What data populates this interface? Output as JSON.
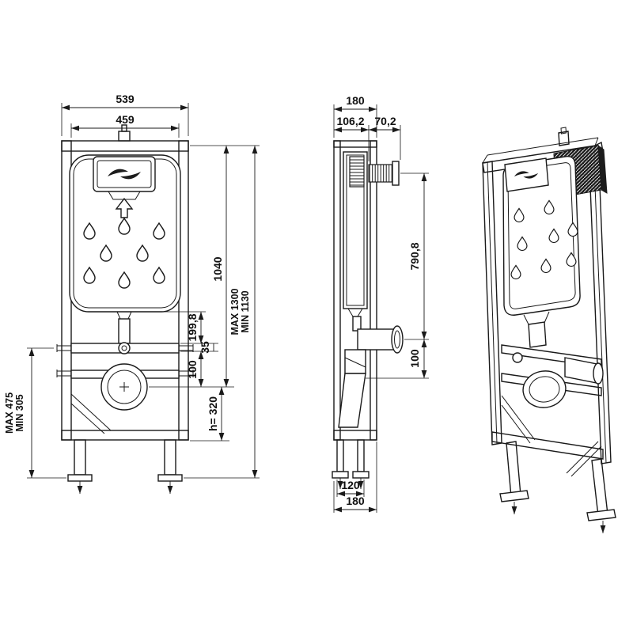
{
  "drawing": {
    "title": "Concealed WC cistern mounting frame - dimensioned technical drawing",
    "front": {
      "width_outer": "539",
      "width_inner": "459",
      "frame_height": "1040",
      "overall_max": "MAX 1300",
      "overall_min": "MIN 1130",
      "flush_pipe_len": "199,8",
      "bar_thickness": "35",
      "bar_to_outlet": "100",
      "outlet_height": "h= 320",
      "left_max": "MAX 475",
      "left_min": "MIN 305"
    },
    "side": {
      "depth_top": "180",
      "front_offset": "106,2",
      "actuator_offset": "70,2",
      "actuator_to_outlet": "790,8",
      "outlet_drop": "100",
      "foot_span": "120",
      "depth_bottom": "180"
    },
    "colors": {
      "ink": "#1a1a1a",
      "paper": "#ffffff"
    }
  }
}
